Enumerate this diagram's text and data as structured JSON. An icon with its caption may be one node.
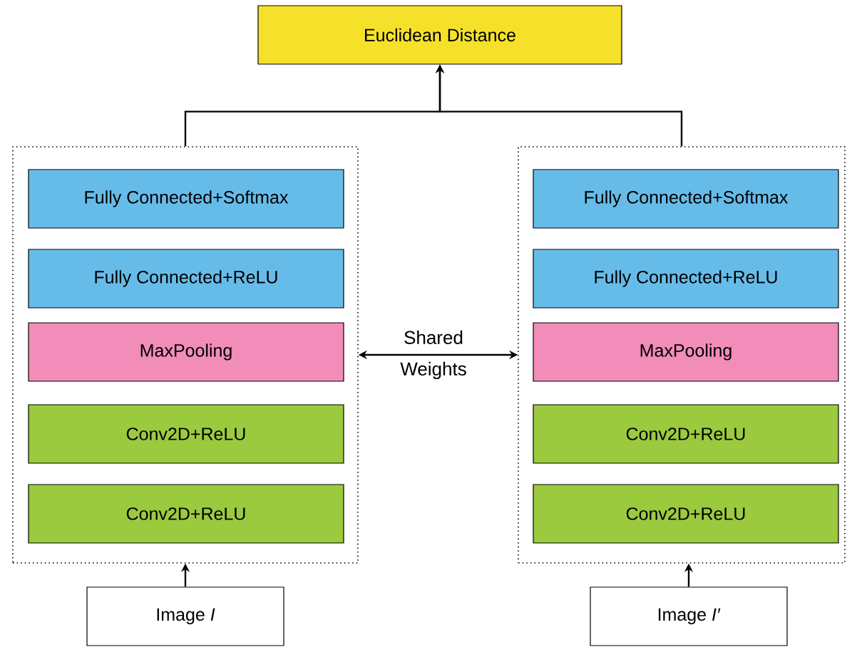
{
  "diagram": {
    "nodes": [
      {
        "text": [
          "Euclidean Distance"
        ]
      },
      {
        "text": [],
        "shape": "box"
      },
      {
        "text": [
          "Fully Connected+Softmax"
        ],
        "in": 1
      },
      {
        "text": [
          "Fully Connected+ReLU"
        ],
        "in": 1
      },
      {
        "text": [
          "MaxPooling"
        ],
        "in": 1
      },
      {
        "text": [
          "Conv2D+ReLU"
        ],
        "in": 1
      },
      {
        "text": [
          "Conv2D+ReLU"
        ],
        "in": 1
      },
      {
        "text": [],
        "shape": "box"
      },
      {
        "text": [
          "Fully Connected+Softmax"
        ],
        "in": 7
      },
      {
        "text": [
          "Fully Connected+ReLU"
        ],
        "in": 7
      },
      {
        "text": [
          "MaxPooling"
        ],
        "in": 7
      },
      {
        "text": [
          "Conv2D+ReLU"
        ],
        "in": 7
      },
      {
        "text": [
          "Conv2D+ReLU"
        ],
        "in": 7
      },
      {
        "text": [
          "Image *I*"
        ]
      },
      {
        "text": [
          "Image *I′*"
        ]
      }
    ],
    "edges": [
      {
        "from": 1,
        "to": 0,
        "arrow": "to"
      },
      {
        "from": 7,
        "to": 0,
        "arrow": "to"
      },
      {
        "from": 13,
        "to": 1,
        "arrow": "to"
      },
      {
        "from": 14,
        "to": 7,
        "arrow": "to"
      },
      {
        "from": 1,
        "to": 7,
        "arrow": "both",
        "label": "Shared Weights"
      }
    ]
  }
}
